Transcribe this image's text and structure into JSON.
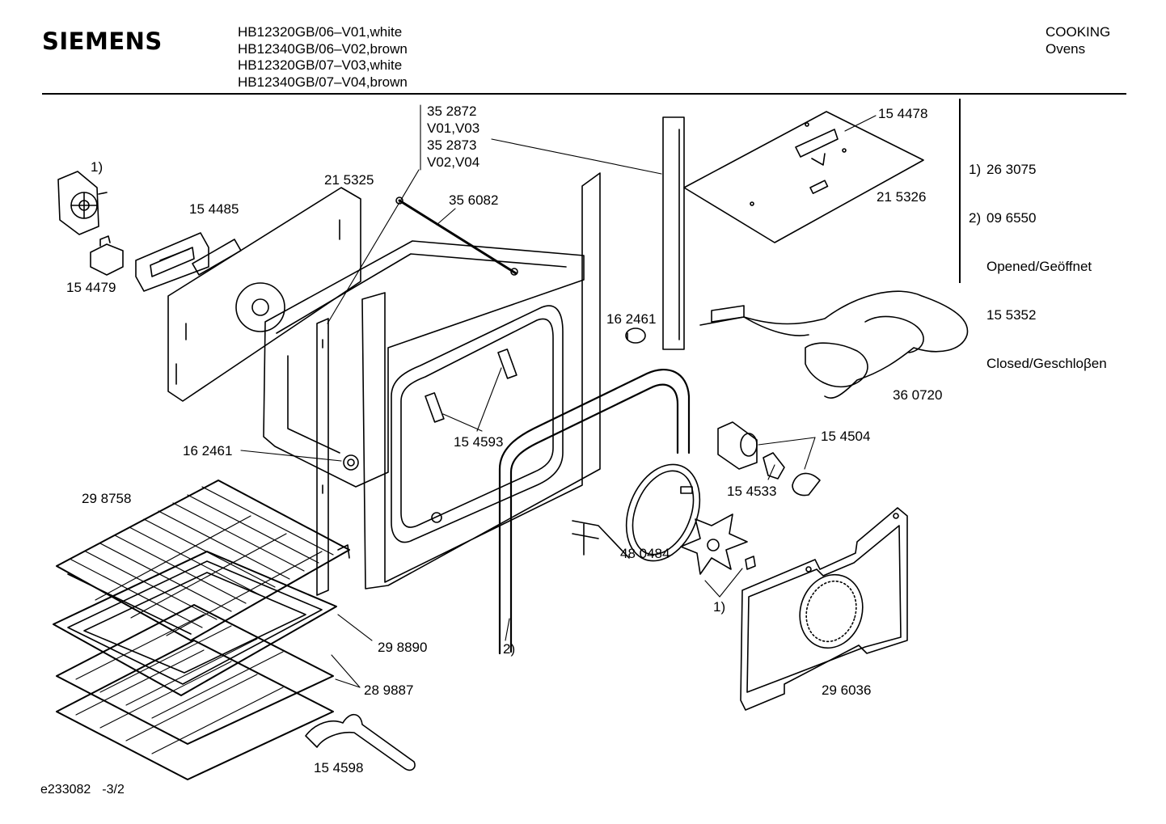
{
  "brand": {
    "name": "SIEMENS"
  },
  "header": {
    "models": [
      "HB12320GB/06–V01,white",
      "HB12340GB/06–V02,brown",
      "HB12320GB/07–V03,white",
      "HB12340GB/07–V04,brown"
    ],
    "category": "COOKING",
    "subcategory": "Ovens"
  },
  "notes": [
    {
      "num": "1)",
      "text": "26 3075"
    },
    {
      "num": "2)",
      "text": "09 6550"
    },
    {
      "num": "",
      "text": "Opened/Geöffnet"
    },
    {
      "num": "",
      "text": "15 5352"
    },
    {
      "num": "",
      "text": "Closed/Geschloβen"
    }
  ],
  "parts": {
    "p1": "1)",
    "p154485": "15 4485",
    "p154479": "15 4479",
    "p215325": "21 5325",
    "p352872": "35 2872",
    "v0103": "V01,V03",
    "p352873": "35 2873",
    "v0204": "V02,V04",
    "p356082": "35 6082",
    "p154478": "15 4478",
    "p215326": "21 5326",
    "p162461a": "16 2461",
    "p360720": "36 0720",
    "p162461b": "16 2461",
    "p154593": "15 4593",
    "p154504": "15 4504",
    "p154533": "15 4533",
    "p298758": "29 8758",
    "p480484": "48 0484",
    "p1b": "1)",
    "p298890": "29 8890",
    "p2": "2)",
    "p289887": "28 9887",
    "p296036": "29 6036",
    "p154598": "15 4598"
  },
  "footer": {
    "drawing_id": "e233082",
    "sheet": "-3/2"
  }
}
